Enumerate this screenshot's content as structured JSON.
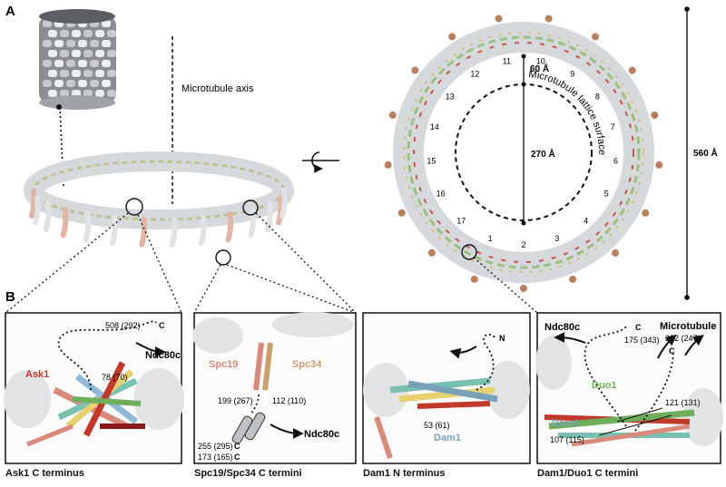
{
  "panel_a": {
    "letter": "A",
    "axis_label": "Microtubule axis",
    "rotate_icon": "rotate-arrow-icon",
    "ring_numbers": [
      "1",
      "2",
      "3",
      "4",
      "5",
      "6",
      "7",
      "8",
      "9",
      "10",
      "11",
      "12",
      "13",
      "14",
      "15",
      "16",
      "17"
    ],
    "dimensions": {
      "d60": "60 Å",
      "d270": "270 Å",
      "d560": "560 Å"
    },
    "lattice_label": "Microtubule lattice surface"
  },
  "panel_b": {
    "letter": "B",
    "p1": {
      "protein": "Ask1",
      "end_label": "C",
      "res_end": "508 (292)",
      "res_mid": "78 (70)",
      "partner": "Ndc80c",
      "caption": "Ask1 C terminus"
    },
    "p2": {
      "protein_left": "Spc19",
      "protein_right": "Spc34",
      "res_left": "199 (267)",
      "res_right": "112 (110)",
      "res_c1": "255 (295)",
      "res_c2": "173 (165)",
      "c1": "C",
      "c2": "C",
      "partner": "Ndc80c",
      "caption": "Spc19/Spc34 C termini"
    },
    "p3": {
      "protein": "Dam1",
      "end_label": "N",
      "res": "53 (61)",
      "caption": "Dam1 N terminus"
    },
    "p4": {
      "partner_left": "Ndc80c",
      "partner_right": "Microtubule",
      "protein_duo": "Duo1",
      "protein_dam": "Dam1",
      "res_top1": "175 (343)",
      "res_top2": "232 (247)",
      "c1": "C",
      "c2": "C",
      "res_121": "121 (131)",
      "res_107": "107 (115)",
      "caption": "Dam1/Duo1 C termini"
    }
  },
  "colors": {
    "ask1": "#c0392b",
    "spc19": "#d98a7a",
    "spc34": "#c8a070",
    "dam1": "#7aa0b8",
    "duo1": "#6fae5a",
    "density": "#d6d9dc"
  }
}
